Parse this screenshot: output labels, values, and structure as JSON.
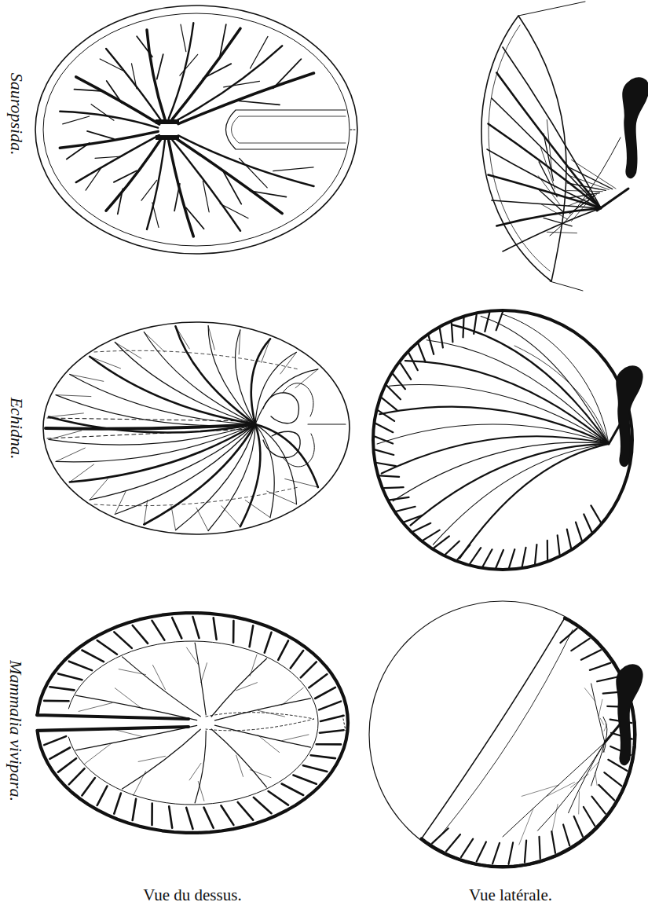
{
  "diagram": {
    "labels": [
      "Sauropsida.",
      "Echidna.",
      "Mammalia vivipara.",
      "Vue du dessus.",
      "Vue latérale."
    ]
  }
}
